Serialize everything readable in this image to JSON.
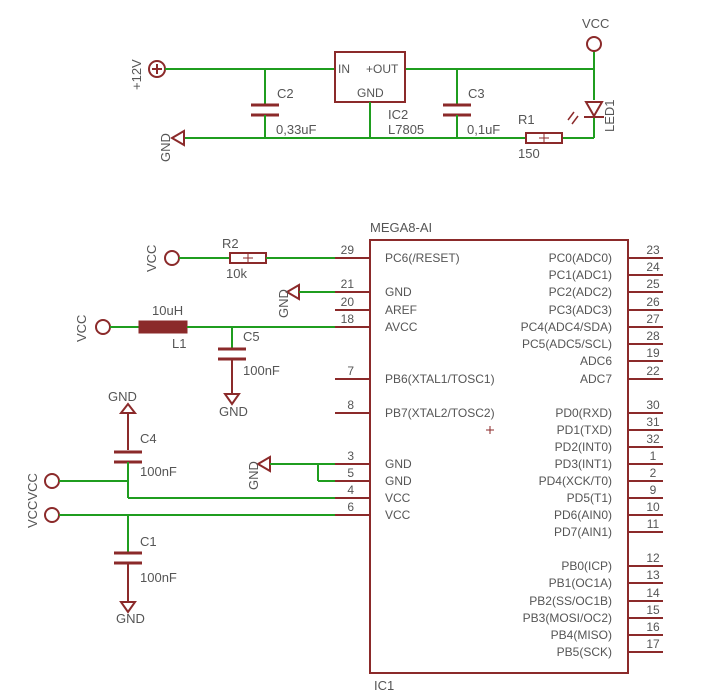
{
  "power": {
    "in12v": "+12V",
    "vcc": "VCC",
    "gnd": "GND",
    "vcc_pair": "VCCVCC"
  },
  "regulator": {
    "name": "IC2",
    "value": "L7805",
    "pin_in": "IN",
    "pin_out": "+OUT",
    "pin_gnd": "GND"
  },
  "c2": {
    "name": "C2",
    "value": "0,33uF"
  },
  "c3": {
    "name": "C3",
    "value": "0,1uF"
  },
  "r1": {
    "name": "R1",
    "value": "150"
  },
  "led1": {
    "name": "LED1"
  },
  "r2": {
    "name": "R2",
    "value": "10k"
  },
  "l1": {
    "name": "L1",
    "value": "10uH"
  },
  "c5": {
    "name": "C5",
    "value": "100nF"
  },
  "c4": {
    "name": "C4",
    "value": "100nF"
  },
  "c1": {
    "name": "C1",
    "value": "100nF"
  },
  "mcu": {
    "part": "MEGA8-AI",
    "name": "IC1",
    "left_pins": [
      {
        "num": "29",
        "label": "PC6(/RESET)"
      },
      {
        "num": "21",
        "label": "GND"
      },
      {
        "num": "20",
        "label": "AREF"
      },
      {
        "num": "18",
        "label": "AVCC"
      },
      {
        "num": "7",
        "label": "PB6(XTAL1/TOSC1)"
      },
      {
        "num": "8",
        "label": "PB7(XTAL2/TOSC2)"
      },
      {
        "num": "3",
        "label": "GND"
      },
      {
        "num": "5",
        "label": "GND"
      },
      {
        "num": "4",
        "label": "VCC"
      },
      {
        "num": "6",
        "label": "VCC"
      }
    ],
    "right_pins": [
      {
        "num": "23",
        "label": "PC0(ADC0)"
      },
      {
        "num": "24",
        "label": "PC1(ADC1)"
      },
      {
        "num": "25",
        "label": "PC2(ADC2)"
      },
      {
        "num": "26",
        "label": "PC3(ADC3)"
      },
      {
        "num": "27",
        "label": "PC4(ADC4/SDA)"
      },
      {
        "num": "28",
        "label": "PC5(ADC5/SCL)"
      },
      {
        "num": "19",
        "label": "ADC6"
      },
      {
        "num": "22",
        "label": "ADC7"
      },
      {
        "num": "30",
        "label": "PD0(RXD)"
      },
      {
        "num": "31",
        "label": "PD1(TXD)"
      },
      {
        "num": "32",
        "label": "PD2(INT0)"
      },
      {
        "num": "1",
        "label": "PD3(INT1)"
      },
      {
        "num": "2",
        "label": "PD4(XCK/T0)"
      },
      {
        "num": "9",
        "label": "PD5(T1)"
      },
      {
        "num": "10",
        "label": "PD6(AIN0)"
      },
      {
        "num": "11",
        "label": "PD7(AIN1)"
      },
      {
        "num": "12",
        "label": "PB0(ICP)"
      },
      {
        "num": "13",
        "label": "PB1(OC1A)"
      },
      {
        "num": "14",
        "label": "PB2(SS/OC1B)"
      },
      {
        "num": "15",
        "label": "PB3(MOSI/OC2)"
      },
      {
        "num": "16",
        "label": "PB4(MISO)"
      },
      {
        "num": "17",
        "label": "PB5(SCK)"
      }
    ]
  }
}
